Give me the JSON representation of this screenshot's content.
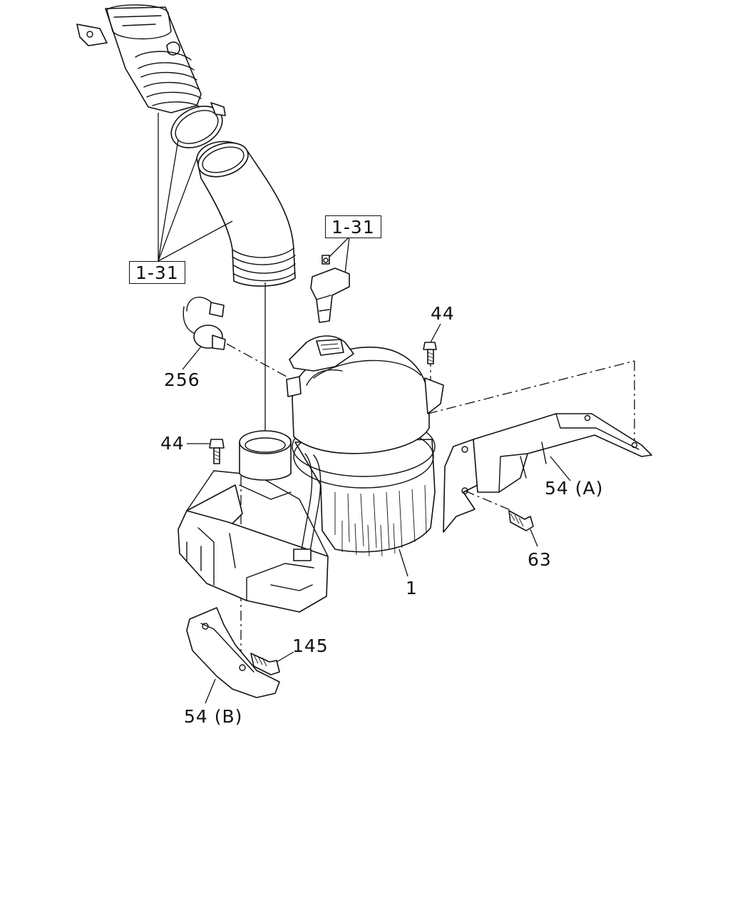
{
  "labels": {
    "ref_top_left": "1-31",
    "ref_sensor": "1-31",
    "part_44_upper": "44",
    "part_44_left": "44",
    "part_256": "256",
    "part_1": "1",
    "part_54a": "54 (A)",
    "part_63": "63",
    "part_145": "145",
    "part_54b": "54 (B)"
  }
}
